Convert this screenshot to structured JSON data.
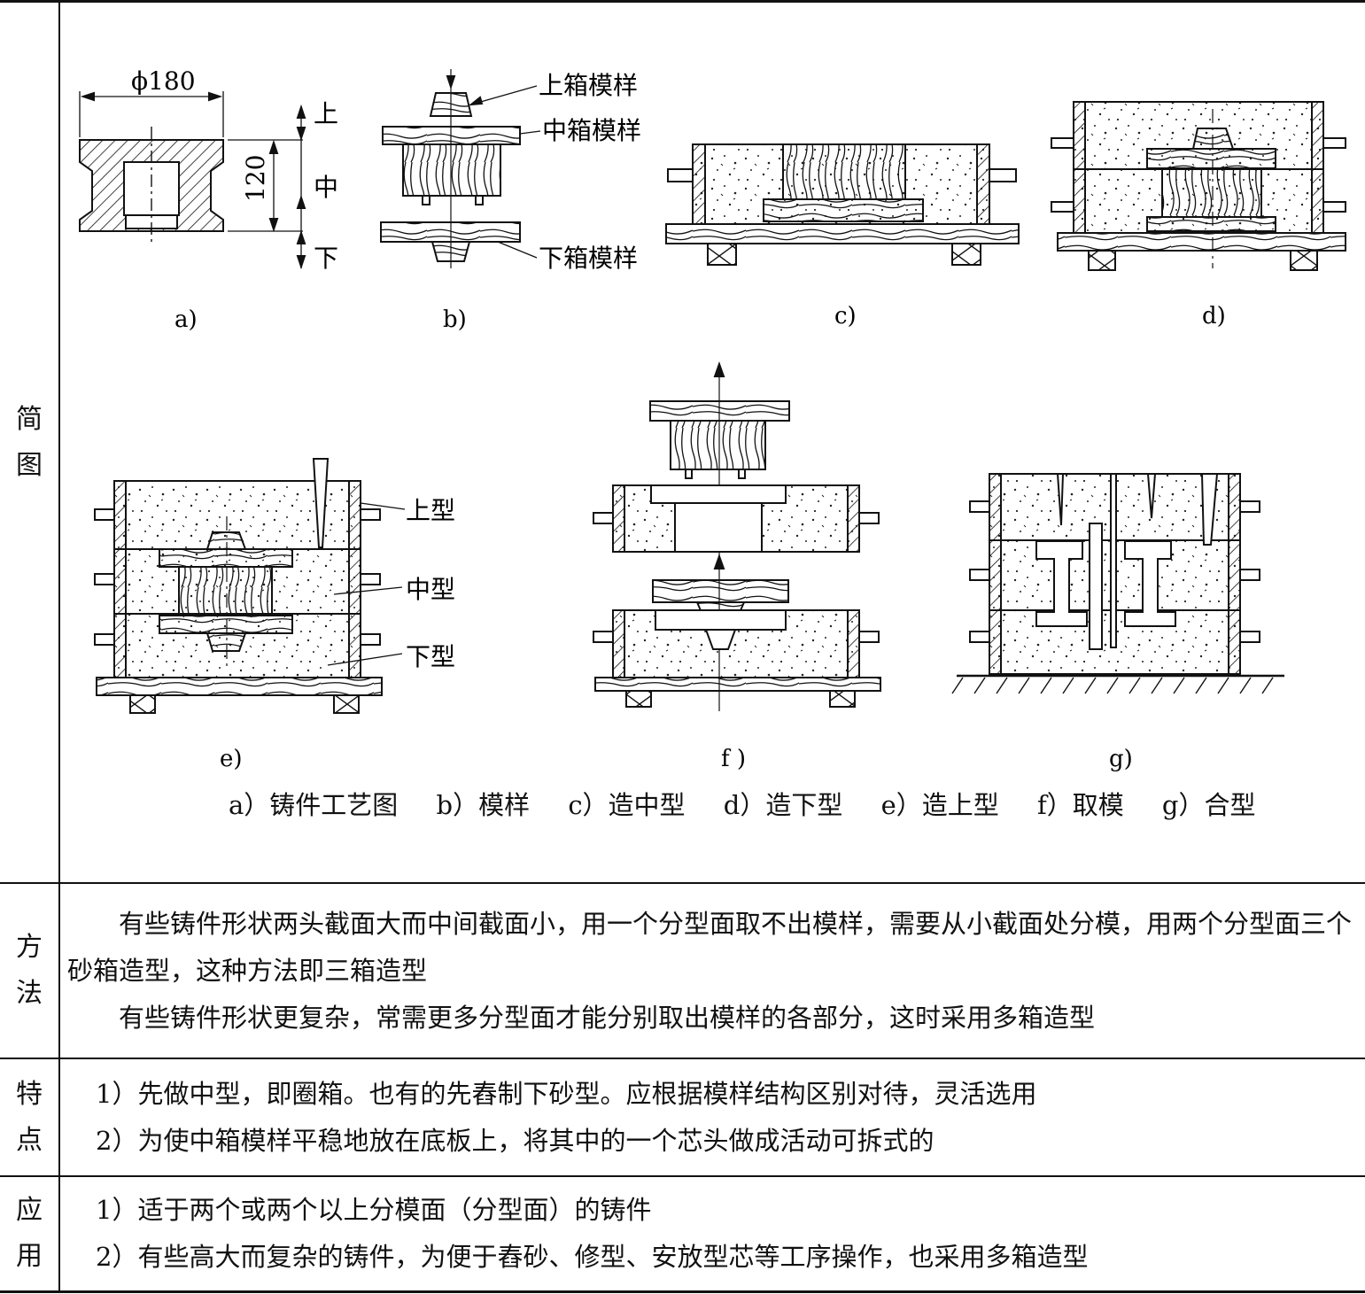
{
  "rows": {
    "diagram": {
      "label": [
        "简",
        "图"
      ],
      "callouts": {
        "dim_diameter": "ϕ180",
        "dim_height": "120",
        "level_top": "上",
        "level_mid": "中",
        "level_bottom": "下",
        "pattern_top": "上箱模样",
        "pattern_mid": "中箱模样",
        "pattern_bottom": "下箱模样",
        "mold_top": "上型",
        "mold_mid": "中型",
        "mold_bottom": "下型"
      },
      "sub_labels": [
        "a)",
        "b)",
        "c)",
        "d)",
        "e)",
        "f )",
        "g)"
      ],
      "caption": [
        "a）铸件工艺图",
        "b）模样",
        "c）造中型",
        "d）造下型",
        "e）造上型",
        "f）取模",
        "g）合型"
      ]
    },
    "method": {
      "label": [
        "方",
        "法"
      ],
      "paragraphs": [
        "有些铸件形状两头截面大而中间截面小，用一个分型面取不出模样，需要从小截面处分模，用两个分型面三个砂箱造型，这种方法即三箱造型",
        "有些铸件形状更复杂，常需更多分型面才能分别取出模样的各部分，这时采用多箱造型"
      ]
    },
    "features": {
      "label": [
        "特",
        "点"
      ],
      "items": [
        "1）先做中型，即圈箱。也有的先舂制下砂型。应根据模样结构区别对待，灵活选用",
        "2）为使中箱模样平稳地放在底板上，将其中的一个芯头做成活动可拆式的"
      ]
    },
    "application": {
      "label": [
        "应",
        "用"
      ],
      "items": [
        "1）适于两个或两个以上分模面（分型面）的铸件",
        "2）有些高大而复杂的铸件，为便于舂砂、修型、安放型芯等工序操作，也采用多箱造型"
      ]
    }
  }
}
